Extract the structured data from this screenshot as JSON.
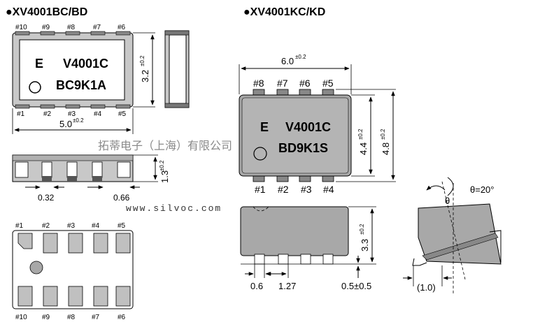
{
  "bc": {
    "title": "●XV4001BC/BD",
    "pins_top": [
      "#10",
      "#9",
      "#8",
      "#7",
      "#6"
    ],
    "pins_bottom": [
      "#1",
      "#2",
      "#3",
      "#4",
      "#5"
    ],
    "mark_logo": "E",
    "mark_line1": "V4001C",
    "mark_line2": "BC9K1A",
    "dim_height": "3.2",
    "dim_height_tol": "±0.2",
    "dim_width": "5.0",
    "dim_width_tol": "±0.2",
    "dim_thickness": "1.3",
    "dim_thickness_tol": "±0.2",
    "dim_pad_a": "0.32",
    "dim_pad_b": "0.66",
    "pins_top_bottomview": [
      "#1",
      "#2",
      "#3",
      "#4",
      "#5"
    ],
    "pins_bottom_bottomview": [
      "#10",
      "#9",
      "#8",
      "#7",
      "#6"
    ]
  },
  "kc": {
    "title": "●XV4001KC/KD",
    "dim_width": "6.0",
    "dim_width_tol": "±0.2",
    "pins_top": [
      "#8",
      "#7",
      "#6",
      "#5"
    ],
    "pins_bottom": [
      "#1",
      "#2",
      "#3",
      "#4"
    ],
    "mark_logo": "E",
    "mark_line1": "V4001C",
    "mark_line2": "BD9K1S",
    "dim_body": "4.4",
    "dim_body_tol": "±0.2",
    "dim_overall": "4.8",
    "dim_overall_tol": "±0.2",
    "dim_height": "3.3",
    "dim_height_tol": "±0.2",
    "dim_lead_w": "0.6",
    "dim_pitch": "1.27",
    "dim_lead_len": "0.5±0.5",
    "dim_foot": "(1.0)",
    "angle_symbol": "θ",
    "angle_label": "θ=20°"
  },
  "watermark": {
    "company": "拓蒂电子（上海）有限公司",
    "url": "www.silvoc.com"
  }
}
